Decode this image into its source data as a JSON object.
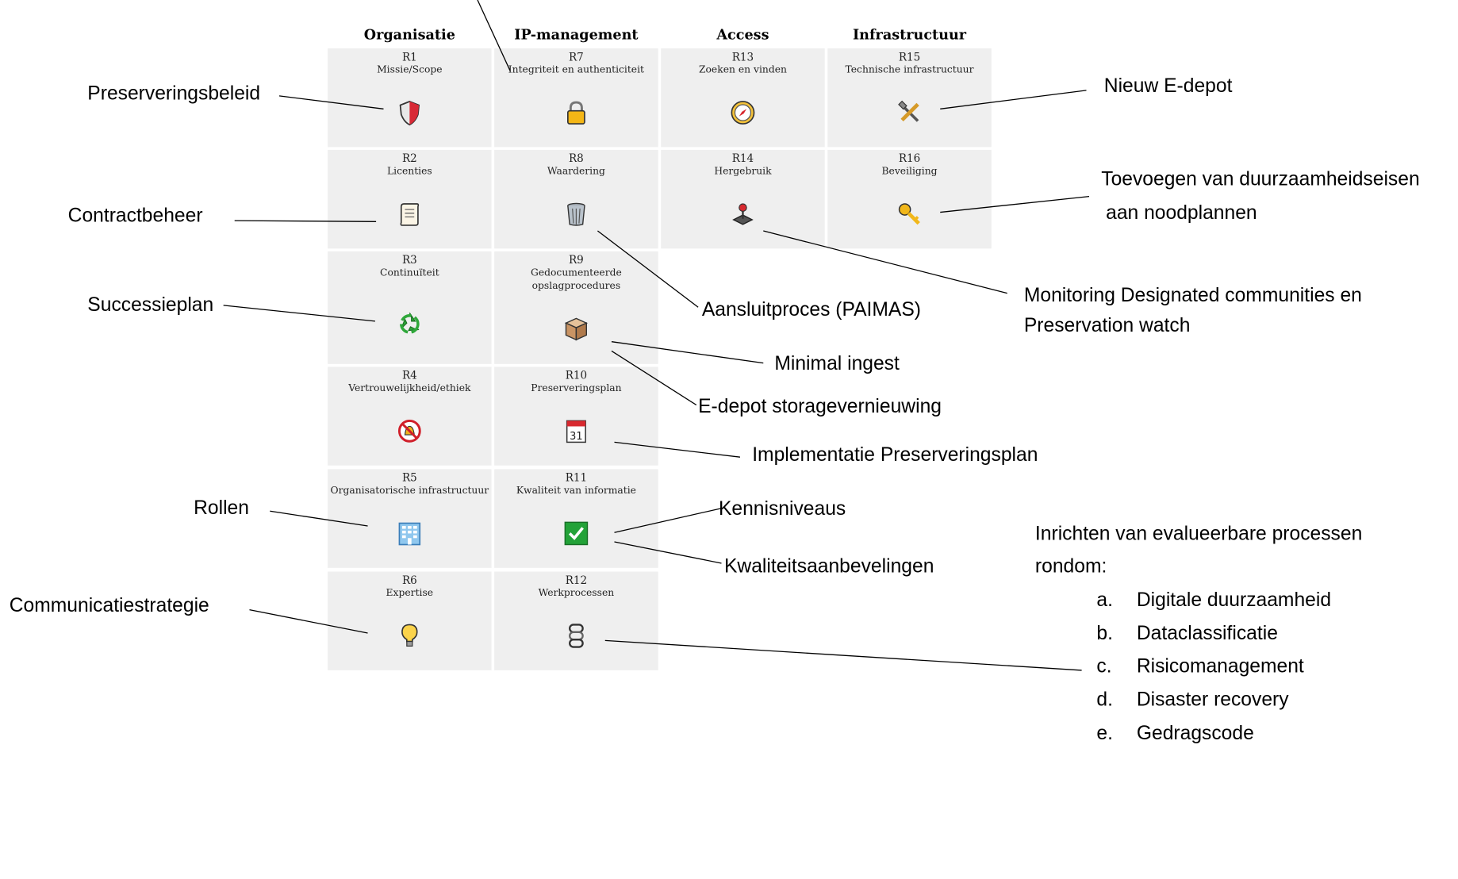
{
  "columns": [
    "Organisatie",
    "IP-management",
    "Access",
    "Infrastructuur"
  ],
  "cells": [
    {
      "code": "R1",
      "title": "Missie/Scope",
      "icon": "shield-icon"
    },
    {
      "code": "R2",
      "title": "Licenties",
      "icon": "scroll-icon"
    },
    {
      "code": "R3",
      "title": "Continuïteit",
      "icon": "recycle-icon"
    },
    {
      "code": "R4",
      "title": "Vertrouwelijkheid/ethiek",
      "icon": "no-bell-icon"
    },
    {
      "code": "R5",
      "title": "Organisatorische infrastructuur",
      "icon": "office-building-icon"
    },
    {
      "code": "R6",
      "title": "Expertise",
      "icon": "light-bulb-icon"
    },
    {
      "code": "R7",
      "title": "Integriteit en authenticiteit",
      "icon": "padlock-icon"
    },
    {
      "code": "R8",
      "title": "Waardering",
      "icon": "wastebasket-icon"
    },
    {
      "code": "R9",
      "title": "Gedocumenteerde opslagprocedures",
      "icon": "package-icon"
    },
    {
      "code": "R10",
      "title": "Preserveringsplan",
      "icon": "calendar-icon"
    },
    {
      "code": "R11",
      "title": "Kwaliteit van informatie",
      "icon": "check-box-icon"
    },
    {
      "code": "R12",
      "title": "Werkprocessen",
      "icon": "chain-icon"
    },
    {
      "code": "R13",
      "title": "Zoeken en vinden",
      "icon": "compass-icon"
    },
    {
      "code": "R14",
      "title": "Hergebruik",
      "icon": "joystick-icon"
    },
    {
      "code": "R15",
      "title": "Technische infrastructuur",
      "icon": "tools-icon"
    },
    {
      "code": "R16",
      "title": "Beveiliging",
      "icon": "key-icon"
    }
  ],
  "labels": {
    "preserveringsbeleid": "Preserveringsbeleid",
    "contractbeheer": "Contractbeheer",
    "successieplan": "Successieplan",
    "rollen": "Rollen",
    "communicatiestrategie": "Communicatiestrategie",
    "nieuw_edepot": "Nieuw E-depot",
    "toevoegen_1": "Toevoegen van duurzaamheidseisen",
    "toevoegen_2": "aan noodplannen",
    "aansluitproces": "Aansluitproces (PAIMAS)",
    "monitoring_1": "Monitoring Designated communities en",
    "monitoring_2": "Preservation watch",
    "minimal_ingest": "Minimal ingest",
    "storagevernieuwing": "E-depot storagevernieuwing",
    "implementatie": "Implementatie Preserveringsplan",
    "kennisniveaus": "Kennisniveaus",
    "kwaliteitsaanbevelingen": "Kwaliteitsaanbevelingen",
    "inrichten_1": "Inrichten van evalueerbare processen",
    "inrichten_2": "rondom:"
  },
  "process_list": [
    {
      "marker": "a.",
      "text": "Digitale duurzaamheid"
    },
    {
      "marker": "b.",
      "text": "Dataclassificatie"
    },
    {
      "marker": "c.",
      "text": "Risicomanagement"
    },
    {
      "marker": "d.",
      "text": "Disaster recovery"
    },
    {
      "marker": "e.",
      "text": "Gedragscode"
    }
  ]
}
